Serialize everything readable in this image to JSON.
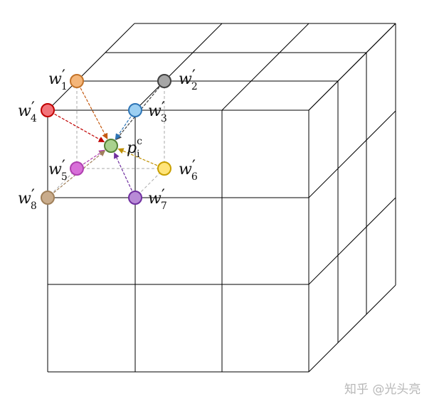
{
  "corners": [
    {
      "id": "w1",
      "base": "w",
      "prime": "′",
      "sub": "1",
      "color": "#f4b67a",
      "stroke": "#c4742a"
    },
    {
      "id": "w2",
      "base": "w",
      "prime": "′",
      "sub": "2",
      "color": "#a6a6a6",
      "stroke": "#404040"
    },
    {
      "id": "w3",
      "base": "w",
      "prime": "′",
      "sub": "3",
      "color": "#9ccff2",
      "stroke": "#2e75b6"
    },
    {
      "id": "w4",
      "base": "w",
      "prime": "′",
      "sub": "4",
      "color": "#f2737a",
      "stroke": "#c00000"
    },
    {
      "id": "w5",
      "base": "w",
      "prime": "′",
      "sub": "5",
      "color": "#d86fd8",
      "stroke": "#b040b0"
    },
    {
      "id": "w6",
      "base": "w",
      "prime": "′",
      "sub": "6",
      "color": "#ffe47a",
      "stroke": "#c9a000"
    },
    {
      "id": "w7",
      "base": "w",
      "prime": "′",
      "sub": "7",
      "color": "#b88ad6",
      "stroke": "#7030a0"
    },
    {
      "id": "w8",
      "base": "w",
      "prime": "′",
      "sub": "8",
      "color": "#c9ac8c",
      "stroke": "#a0805a"
    }
  ],
  "center": {
    "base": "p",
    "sup": "c",
    "sub": "i",
    "color": "#a9d18e",
    "stroke": "#548235"
  },
  "arrow_colors": {
    "w1": "#c55a11",
    "w2": "#404040",
    "w3": "#2e75b6",
    "w4": "#c00000",
    "w5": "#b040b0",
    "w6": "#bf9000",
    "w7": "#7030a0",
    "w8": "#a0805a"
  },
  "watermark": "知乎 @光头亮"
}
